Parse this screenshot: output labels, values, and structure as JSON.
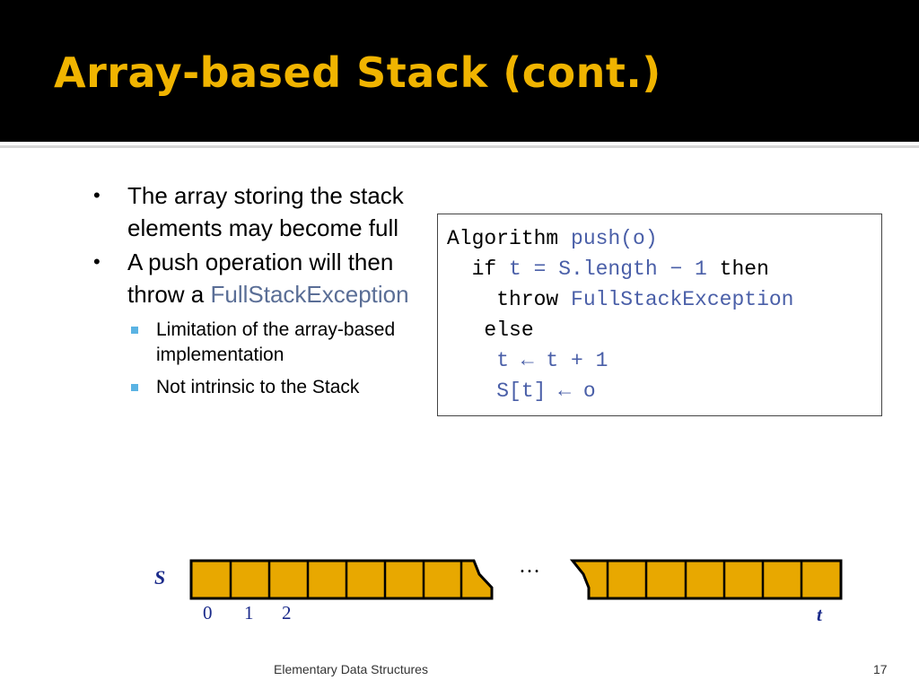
{
  "slide": {
    "title": "Array-based Stack (cont.)",
    "bullets": [
      {
        "marker": "•",
        "text": "The array storing the stack elements may become full"
      },
      {
        "marker": "•",
        "text_before": "A push operation will then throw a ",
        "accent": "FullStackException"
      }
    ],
    "sub_bullets": [
      "Limitation of the array-based  implementation",
      "Not intrinsic to the Stack"
    ],
    "code": {
      "line1_kw": "Algorithm ",
      "line1_fn": "push(o)",
      "line2_kw1": "  if ",
      "line2_var": "t = S.length − 1",
      "line2_kw2": " then",
      "line3_kw": "    throw ",
      "line3_ex": "FullStackException",
      "line4_kw": "   else",
      "line5": "    t ← t + 1",
      "line6": "    S[t] ← o"
    },
    "diagram": {
      "array_label": "S",
      "index_labels": [
        "0",
        "1",
        "2"
      ],
      "ellipsis": "…",
      "top_label": "t",
      "fill_color": "#e8a800"
    },
    "footer": {
      "title": "Elementary Data Structures",
      "page": "17"
    }
  },
  "colors": {
    "title": "#f0b400",
    "accent": "#5a6e96",
    "code_blue": "#4a5fa8",
    "sub_bullet_marker": "#5ab3e3"
  }
}
